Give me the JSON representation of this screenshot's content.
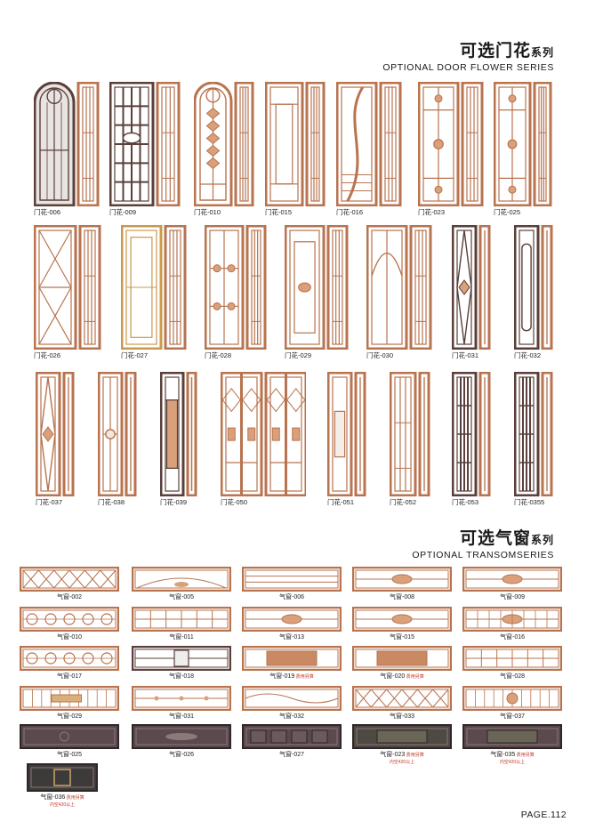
{
  "doors_section": {
    "title_cn": "可选门花",
    "title_cn_small": "系列",
    "title_en": "OPTIONAL DOOR FLOWER SERIES"
  },
  "transom_section": {
    "title_cn": "可选气窗",
    "title_cn_small": "系列",
    "title_en": "OPTIONAL TRANSOMSERIES"
  },
  "doors": [
    {
      "label": "门花-006",
      "style": "arch-dark"
    },
    {
      "label": "门花-009",
      "style": "dark-grid"
    },
    {
      "label": "门花-010",
      "style": "arch-copper"
    },
    {
      "label": "门花-015",
      "style": "frame"
    },
    {
      "label": "门花-016",
      "style": "wave"
    },
    {
      "label": "门花-023",
      "style": "ornate"
    },
    {
      "label": "门花-025",
      "style": "ornate2"
    },
    {
      "label": "门花-026",
      "style": "diamond-x"
    },
    {
      "label": "门花-027",
      "style": "gold-frame"
    },
    {
      "label": "门花-028",
      "style": "cross-circles"
    },
    {
      "label": "门花-029",
      "style": "center-ornament"
    },
    {
      "label": "门花-030",
      "style": "arc"
    },
    {
      "label": "门花-031",
      "style": "diamond-dark"
    },
    {
      "label": "门花-032",
      "style": "oval"
    },
    {
      "label": "门花-037",
      "style": "diamond-panel"
    },
    {
      "label": "门花-038",
      "style": "medallion"
    },
    {
      "label": "门花-039",
      "style": "center-panel"
    },
    {
      "label": "门花-050",
      "style": "double-ornate"
    },
    {
      "label": "门花-051",
      "style": "painting"
    },
    {
      "label": "门花-052",
      "style": "vertical-bars"
    },
    {
      "label": "门花-053",
      "style": "dark-bars"
    },
    {
      "label": "门花-0355",
      "style": "dark-bars2"
    }
  ],
  "transoms": [
    {
      "label": "气窗-002",
      "note1": "",
      "note2": "",
      "style": "lattice"
    },
    {
      "label": "气窗-005",
      "note1": "",
      "note2": "",
      "style": "fan"
    },
    {
      "label": "气窗-006",
      "note1": "",
      "note2": "",
      "style": "lines"
    },
    {
      "label": "气窗-008",
      "note1": "",
      "note2": "",
      "style": "diamond-center"
    },
    {
      "label": "气窗-009",
      "note1": "",
      "note2": "",
      "style": "ornament"
    },
    {
      "label": "气窗-010",
      "note1": "",
      "note2": "",
      "style": "circles"
    },
    {
      "label": "气窗-011",
      "note1": "",
      "note2": "",
      "style": "grid"
    },
    {
      "label": "气窗-013",
      "note1": "",
      "note2": "",
      "style": "ornament"
    },
    {
      "label": "气窗-015",
      "note1": "",
      "note2": "",
      "style": "diamond-center"
    },
    {
      "label": "气窗-016",
      "note1": "",
      "note2": "",
      "style": "bars-ornament"
    },
    {
      "label": "气窗-017",
      "note1": "",
      "note2": "",
      "style": "circle-x"
    },
    {
      "label": "气窗-018",
      "note1": "",
      "note2": "",
      "style": "dark-center"
    },
    {
      "label": "气窗-019",
      "note1": "费用另算",
      "note2": "",
      "style": "panel"
    },
    {
      "label": "气窗-020",
      "note1": "费用另算",
      "note2": "",
      "style": "panel"
    },
    {
      "label": "气窗-028",
      "note1": "",
      "note2": "",
      "style": "grid"
    },
    {
      "label": "气窗-029",
      "note1": "",
      "note2": "",
      "style": "bars-plate"
    },
    {
      "label": "气窗-031",
      "note1": "",
      "note2": "",
      "style": "lines-dots"
    },
    {
      "label": "气窗-032",
      "note1": "",
      "note2": "",
      "style": "waves"
    },
    {
      "label": "气窗-033",
      "note1": "",
      "note2": "",
      "style": "x-lattice"
    },
    {
      "label": "气窗-037",
      "note1": "",
      "note2": "",
      "style": "bars-medal"
    },
    {
      "label": "气窗-025",
      "note1": "",
      "note2": "",
      "style": "solid-dark"
    },
    {
      "label": "气窗-026",
      "note1": "",
      "note2": "",
      "style": "solid-carved"
    },
    {
      "label": "气窗-027",
      "note1": "",
      "note2": "",
      "style": "solid-squares"
    },
    {
      "label": "气窗-023",
      "note1": "费用另算",
      "note2": "内空420以上",
      "style": "solid-bronze"
    },
    {
      "label": "气窗-035",
      "note1": "费用另算",
      "note2": "内空420以上",
      "style": "solid-text"
    },
    {
      "label": "气窗-036",
      "note1": "费用另算",
      "note2": "内空420以上",
      "style": "solid-logo"
    }
  ],
  "page": {
    "number": "PAGE.112"
  },
  "colors": {
    "copper": "#b8734f",
    "copper_light": "#d9a07a",
    "dark": "#5a3f3a",
    "gold": "#c99a4b"
  }
}
